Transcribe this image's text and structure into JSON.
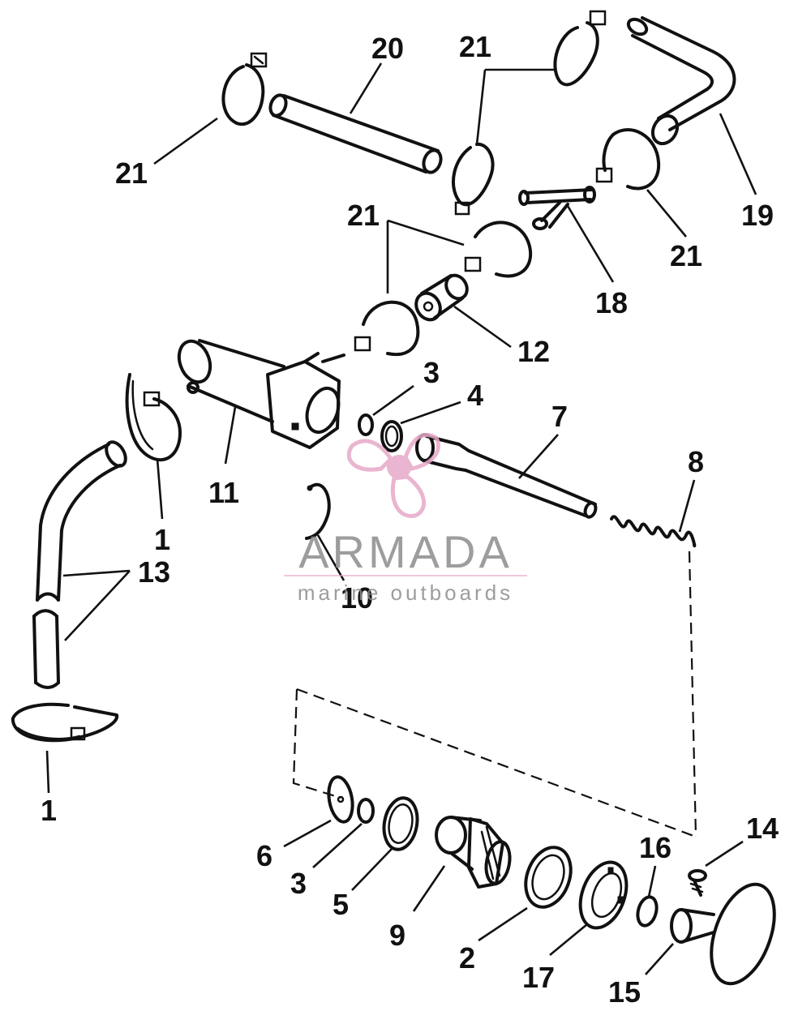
{
  "callouts": {
    "c1a": "1",
    "c1b": "1",
    "c2": "2",
    "c3a": "3",
    "c3b": "3",
    "c4": "4",
    "c5": "5",
    "c6": "6",
    "c7": "7",
    "c8": "8",
    "c9": "9",
    "c10": "10",
    "c11": "11",
    "c12": "12",
    "c13": "13",
    "c14": "14",
    "c15": "15",
    "c16": "16",
    "c17": "17",
    "c18": "18",
    "c19": "19",
    "c20": "20",
    "c21a": "21",
    "c21b": "21",
    "c21c": "21",
    "c21d": "21"
  },
  "watermark": {
    "brand": "ARMADA",
    "tagline": "marine outboards",
    "logo_color": "#e7a9c8",
    "text_color": "#8d8d8d"
  },
  "colors": {
    "ink": "#111111",
    "background": "#ffffff"
  }
}
